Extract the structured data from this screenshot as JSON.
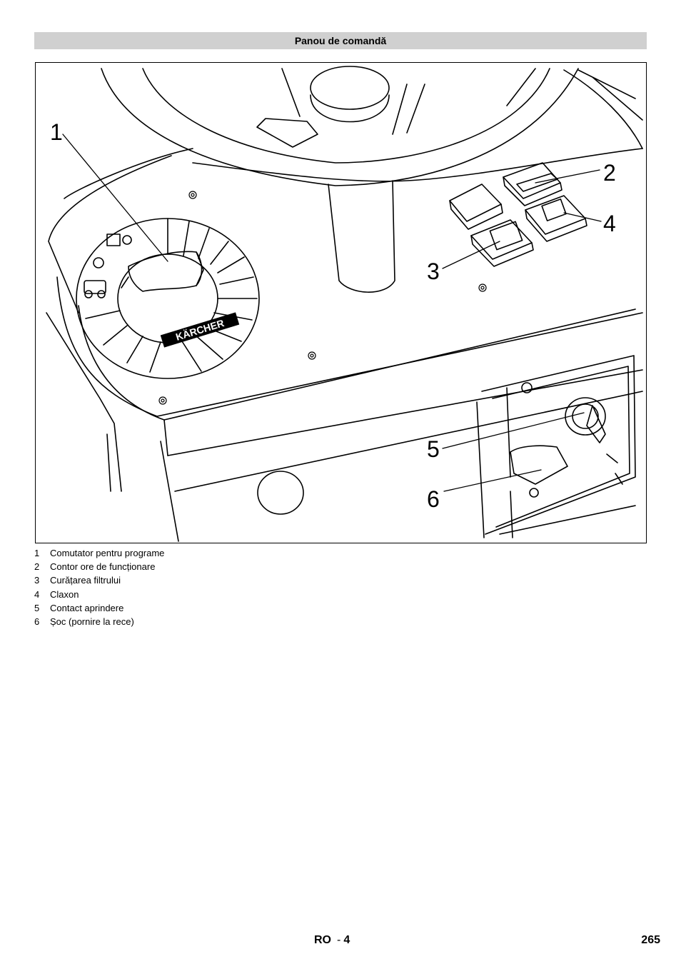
{
  "section": {
    "title": "Panou de comandă"
  },
  "figure": {
    "callouts": [
      "1",
      "2",
      "3",
      "4",
      "5",
      "6"
    ],
    "brand_label": "KÄRCHER"
  },
  "legend": [
    {
      "num": "1",
      "label": "Comutator pentru programe"
    },
    {
      "num": "2",
      "label": "Contor ore de funcționare"
    },
    {
      "num": "3",
      "label": "Curățarea filtrului"
    },
    {
      "num": "4",
      "label": "Claxon"
    },
    {
      "num": "5",
      "label": "Contact aprindere"
    },
    {
      "num": "6",
      "label": "Șoc (pornire la rece)"
    }
  ],
  "footer": {
    "lang": "RO",
    "page_in_lang": "4",
    "page_number": "265"
  }
}
